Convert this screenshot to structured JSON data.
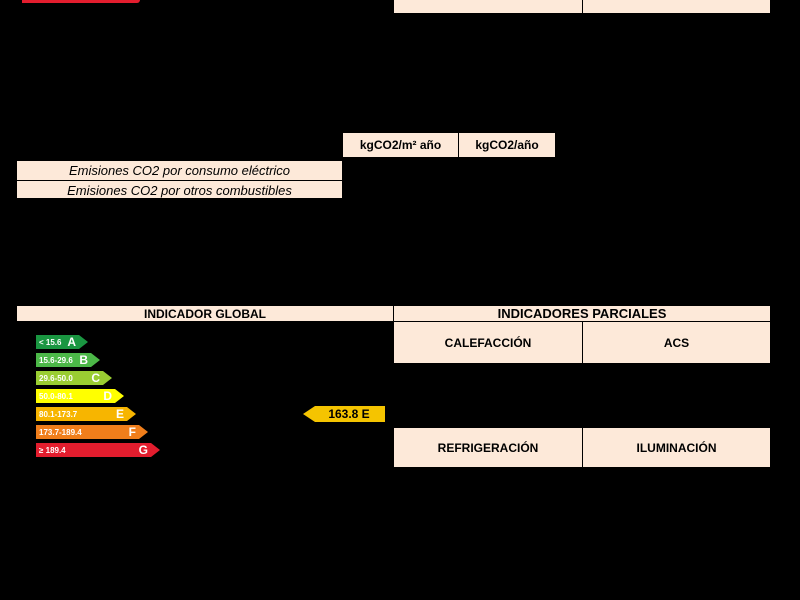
{
  "emissions": {
    "header_m2": "kgCO2/m² año",
    "header_year": "kgCO2/año",
    "row_electric": "Emisiones CO2 por consumo eléctrico",
    "row_other": "Emisiones CO2 por otros combustibles"
  },
  "global": {
    "title": "INDICADOR GLOBAL",
    "scale": [
      {
        "range": "< 15.6",
        "letter": "A",
        "color": "#1a9641"
      },
      {
        "range": "15.6-29.6",
        "letter": "B",
        "color": "#4cb848"
      },
      {
        "range": "29.6-50.0",
        "letter": "C",
        "color": "#9acd32"
      },
      {
        "range": "50.0-80.1",
        "letter": "D",
        "color": "#ffff00"
      },
      {
        "range": "80.1-173.7",
        "letter": "E",
        "color": "#f7b500"
      },
      {
        "range": "173.7-189.4",
        "letter": "F",
        "color": "#f07e1b"
      },
      {
        "range": "≥ 189.4",
        "letter": "G",
        "color": "#e31d2e"
      }
    ],
    "result": "163.8 E",
    "result_color": "#f5c400"
  },
  "partial": {
    "title": "INDICADORES PARCIALES",
    "heating": "CALEFACCIÓN",
    "acs": "ACS",
    "cooling": "REFRIGERACIÓN",
    "lighting": "ILUMINACIÓN"
  }
}
